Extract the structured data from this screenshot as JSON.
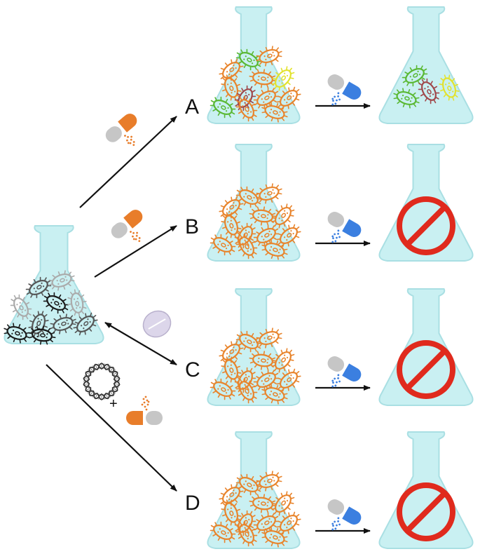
{
  "colors": {
    "flask_fill": "#c9f0f2",
    "flask_stroke": "#a9dfe3",
    "bacteria_orange": "#e8842c",
    "bacteria_green": "#5ab833",
    "bacteria_red": "#a0474a",
    "bacteria_yellow": "#e2e22e",
    "bacteria_dark": "#1a1a1a",
    "bacteria_mid": "#555555",
    "bacteria_light": "#aaaaaa",
    "capsule_orange": "#e87d2a",
    "capsule_blue": "#3b7fe0",
    "capsule_gray": "#c6c6c6",
    "prohibit_red": "#e02a1d",
    "arrow": "#111111",
    "tablet": "#dcd6ea"
  },
  "rows": [
    {
      "label": "A",
      "second_flask": "survivors"
    },
    {
      "label": "B",
      "second_flask": "prohibited"
    },
    {
      "label": "C",
      "second_flask": "prohibited"
    },
    {
      "label": "D",
      "second_flask": "prohibited"
    }
  ],
  "plus_symbol": "+",
  "icons": {
    "source_flask": "mixed-bacteria-flask-icon",
    "orange_capsule": "orange-capsule-icon",
    "blue_capsule": "blue-capsule-icon",
    "tablet": "tablet-pill-icon",
    "plasmid": "plasmid-dna-icon",
    "prohibit": "prohibition-sign-icon"
  }
}
